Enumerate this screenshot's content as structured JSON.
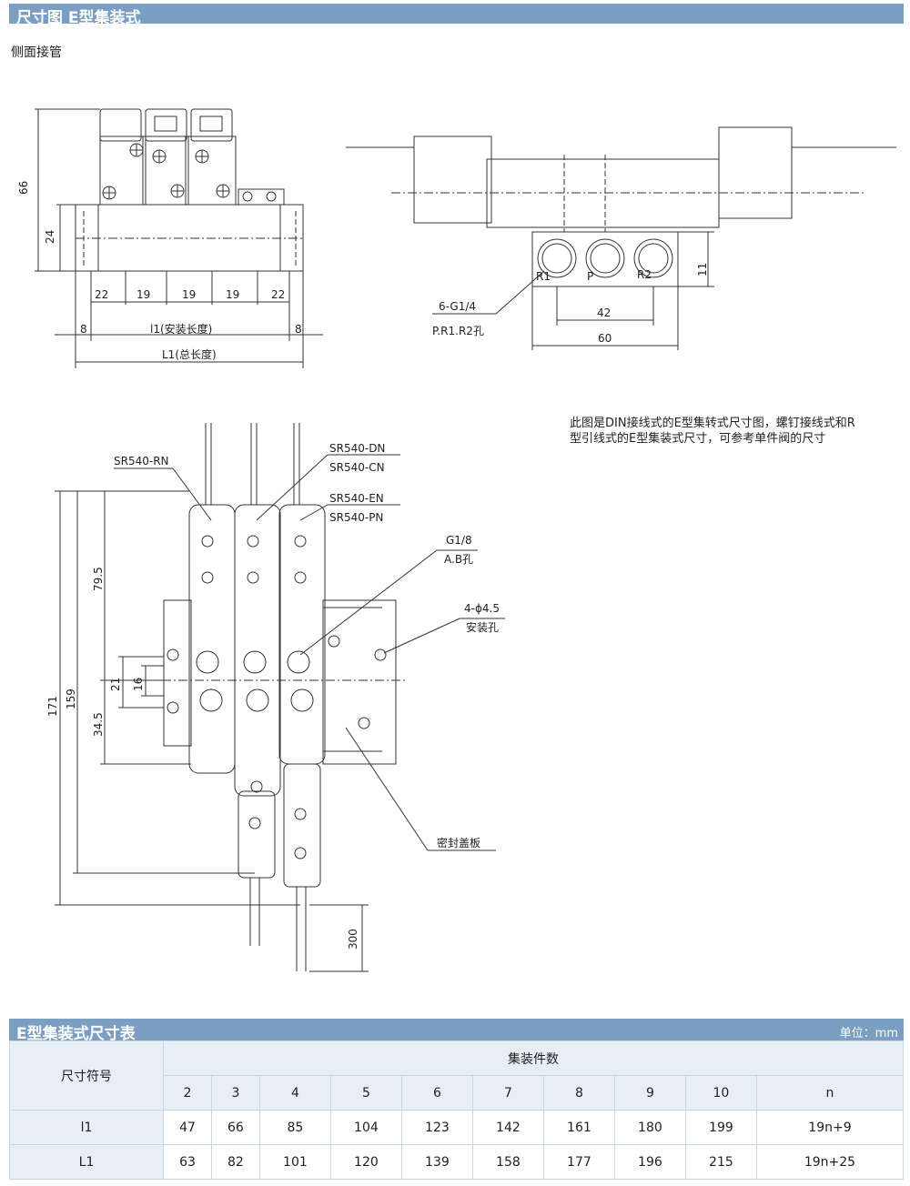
{
  "header": {
    "title": "尺寸图 E型集装式"
  },
  "side_view": {
    "label": "侧面接管"
  },
  "note": "此图是DIN接线式的E型集转式尺寸图，螺钉接线式和R型引线式的E型集装式尺寸，可参考单件阀的尺寸",
  "drawing1": {
    "dims": [
      "66",
      "24",
      "22",
      "19",
      "19",
      "19",
      "22",
      "8",
      "l1(安装长度)",
      "8",
      "L1(总长度)"
    ]
  },
  "drawing2": {
    "ports": [
      "R1",
      "P",
      "R2"
    ],
    "port_label": "6-G1/4",
    "port_desc": "P.R1.R2孔",
    "dims": [
      "11",
      "42",
      "60"
    ]
  },
  "drawing3": {
    "models": [
      "SR540-RN",
      "SR540-DN",
      "SR540-CN",
      "SR540-EN",
      "SR540-PN"
    ],
    "ab_label": "G1/8",
    "ab_desc": "A.B孔",
    "mount_label": "4-ϕ4.5",
    "mount_desc": "安装孔",
    "seal_label": "密封盖板",
    "dims": [
      "79.5",
      "21",
      "16",
      "34.5",
      "159",
      "171",
      "300"
    ]
  },
  "table": {
    "title": "E型集装式尺寸表",
    "unit": "单位：mm",
    "row_header": "尺寸符号",
    "group_header": "集装件数",
    "columns": [
      "2",
      "3",
      "4",
      "5",
      "6",
      "7",
      "8",
      "9",
      "10",
      "n"
    ],
    "rows": [
      {
        "label": "l1",
        "values": [
          "47",
          "66",
          "85",
          "104",
          "123",
          "142",
          "161",
          "180",
          "199",
          "19n+9"
        ]
      },
      {
        "label": "L1",
        "values": [
          "63",
          "82",
          "101",
          "120",
          "139",
          "158",
          "177",
          "196",
          "215",
          "19n+25"
        ]
      }
    ]
  }
}
